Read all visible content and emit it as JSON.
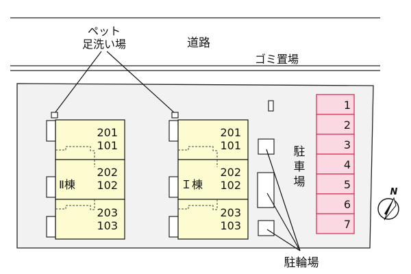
{
  "labels": {
    "pet_wash_line1": "ペット",
    "pet_wash_line2": "足洗い場",
    "road": "道路",
    "garbage": "ゴミ置場",
    "parking_vertical": [
      "駐",
      "車",
      "場"
    ],
    "bicycle_parking": "駐輪場",
    "north": "N"
  },
  "buildings": [
    {
      "name": "Ⅱ棟",
      "units": [
        {
          "upper": "201",
          "lower": "101"
        },
        {
          "upper": "202",
          "lower": "102"
        },
        {
          "upper": "203",
          "lower": "103"
        }
      ]
    },
    {
      "name": "Ｉ棟",
      "units": [
        {
          "upper": "201",
          "lower": "101"
        },
        {
          "upper": "202",
          "lower": "102"
        },
        {
          "upper": "203",
          "lower": "103"
        }
      ]
    }
  ],
  "parking_spaces": [
    "1",
    "2",
    "3",
    "4",
    "5",
    "6",
    "7"
  ],
  "colors": {
    "building_fill": "#fdfbd0",
    "parking_fill": "#fbd9e2",
    "parking_stroke": "#d9345a",
    "lot_fill": "#f2f2f2"
  }
}
